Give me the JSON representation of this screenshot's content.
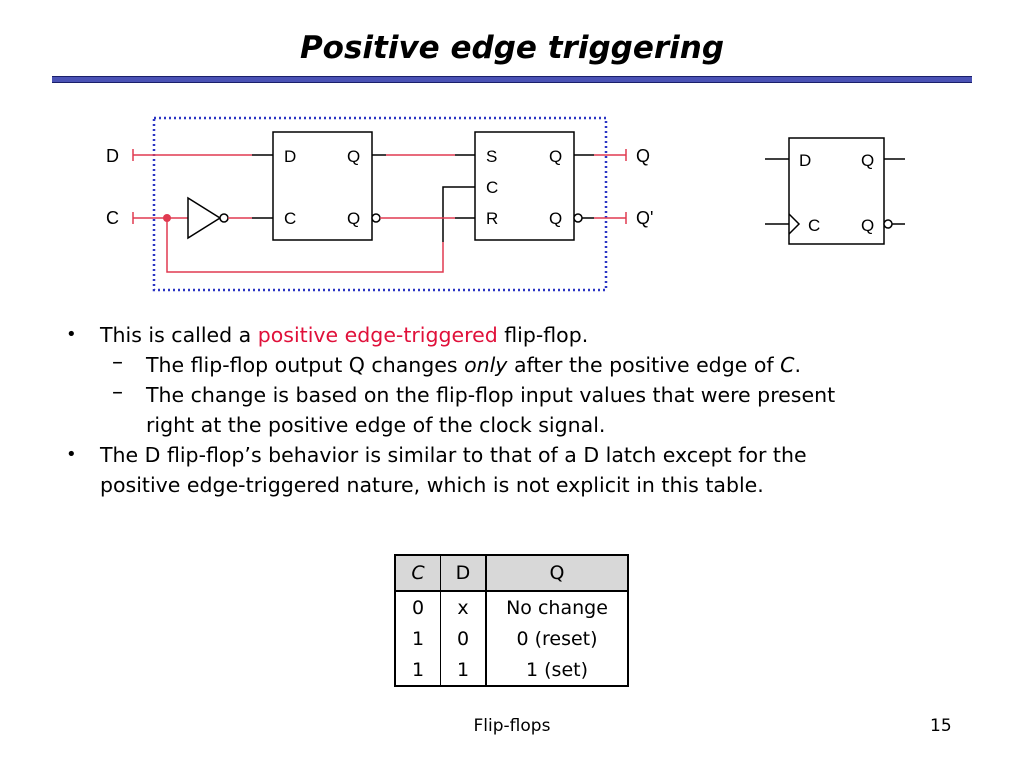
{
  "title": "Positive edge triggering",
  "circuit": {
    "input_d": "D",
    "input_c": "C",
    "output_q": "Q",
    "output_q_bar": "Q'",
    "latch1": {
      "d": "D",
      "c": "C",
      "q": "Q",
      "qbar": "Q"
    },
    "latch2": {
      "s": "S",
      "c": "C",
      "r": "R",
      "q": "Q",
      "qbar": "Q"
    },
    "symbol": {
      "d": "D",
      "c": "C",
      "q": "Q",
      "qbar": "Q"
    },
    "colors": {
      "wire_red": "#e03a50",
      "frame_dotted": "#2b35c4"
    }
  },
  "bullets": {
    "b1": {
      "before": "This is called a ",
      "highlight": "positive edge-triggered",
      "after": " flip-flop."
    },
    "s1": {
      "before": "The flip-flop output Q changes ",
      "emph": "only",
      "middle": " after the positive edge of ",
      "emph2": "C",
      "after": "."
    },
    "s2_line1": "The change is based on the flip-flop input values that were present",
    "s2_line2": "right at the positive edge of the clock signal.",
    "b2_line1": "The D flip-flop’s behavior is similar to that of a D latch except for the",
    "b2_line2": "positive edge-triggered nature, which is not explicit in this table.",
    "bullet_mark": "•",
    "dash_mark": "–"
  },
  "table": {
    "headers": [
      "C",
      "D",
      "Q"
    ],
    "rows": [
      [
        "0",
        "x",
        "No change"
      ],
      [
        "1",
        "0",
        "0 (reset)"
      ],
      [
        "1",
        "1",
        "1 (set)"
      ]
    ]
  },
  "footer": {
    "center": "Flip-flops",
    "page": "15"
  }
}
